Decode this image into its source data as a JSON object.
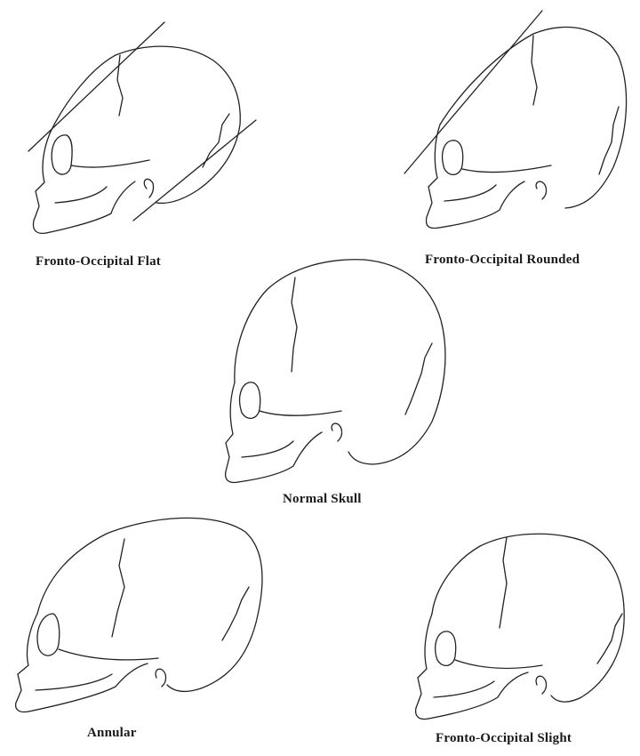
{
  "figure": {
    "panels": [
      {
        "id": "fronto-occipital-flat",
        "caption": "Fronto-Occipital Flat"
      },
      {
        "id": "fronto-occipital-rounded",
        "caption": "Fronto-Occipital Rounded"
      },
      {
        "id": "normal-skull",
        "caption": "Normal Skull"
      },
      {
        "id": "annular",
        "caption": "Annular"
      },
      {
        "id": "fronto-occipital-slight",
        "caption": "Fronto-Occipital Slight"
      }
    ]
  }
}
